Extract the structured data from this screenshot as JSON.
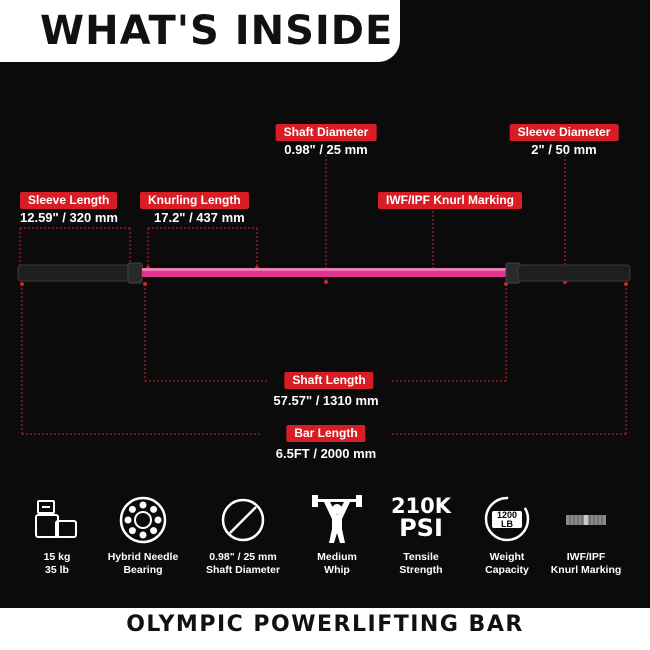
{
  "header": {
    "title": "WHAT'S INSIDE"
  },
  "specs": {
    "shaft_diameter": {
      "label": "Shaft Diameter",
      "value": "0.98\" / 25 mm"
    },
    "sleeve_diameter": {
      "label": "Sleeve Diameter",
      "value": "2\" / 50 mm"
    },
    "sleeve_length": {
      "label": "Sleeve Length",
      "value": "12.59\" / 320 mm"
    },
    "knurling_length": {
      "label": "Knurling Length",
      "value": "17.2\" / 437 mm"
    },
    "knurl_marking": {
      "label": "IWF/IPF Knurl Marking"
    },
    "shaft_length": {
      "label": "Shaft Length",
      "value": "57.57\" / 1310 mm"
    },
    "bar_length": {
      "label": "Bar Length",
      "value": "6.5FT / 2000 mm"
    }
  },
  "features": [
    {
      "icon": "weight-icon",
      "line1": "15 kg",
      "line2": "35 lb"
    },
    {
      "icon": "bearing-icon",
      "line1": "Hybrid Needle",
      "line2": "Bearing"
    },
    {
      "icon": "diameter-icon",
      "line1": "0.98\" / 25 mm",
      "line2": "Shaft Diameter"
    },
    {
      "icon": "lifter-icon",
      "line1": "Medium",
      "line2": "Whip"
    },
    {
      "icon": "psi-icon",
      "big1": "210K",
      "big2": "PSI",
      "line1": "Tensile",
      "line2": "Strength"
    },
    {
      "icon": "capacity-icon",
      "badge1": "1200",
      "badge2": "LB",
      "line1": "Weight",
      "line2": "Capacity"
    },
    {
      "icon": "knurl-icon",
      "line1": "IWF/IPF",
      "line2": "Knurl Marking"
    }
  ],
  "footer": {
    "text": "OLYMPIC POWERLIFTING BAR"
  },
  "colors": {
    "accent": "#d91d25",
    "shaft": "#e0358d",
    "background": "#0b0b0b"
  }
}
